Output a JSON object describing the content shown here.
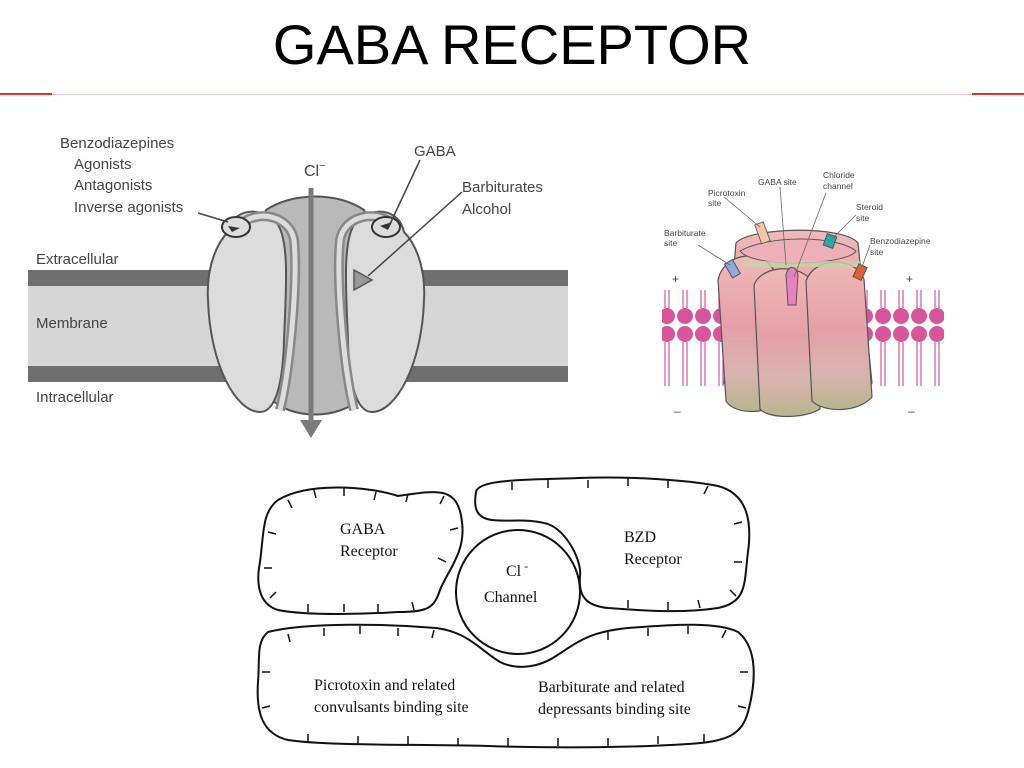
{
  "slide": {
    "title": "GABA RECEPTOR"
  },
  "diagram_left": {
    "label_bzd": "Benzodiazepines",
    "label_agonists": "Agonists",
    "label_antagonists": "Antagonists",
    "label_inverse": "Inverse agonists",
    "label_cl": "Cl",
    "label_cl_sup": "−",
    "label_gaba": "GABA",
    "label_barb": "Barbiturates",
    "label_alcohol": "Alcohol",
    "label_extracellular": "Extracellular",
    "label_membrane": "Membrane",
    "label_intracellular": "Intracellular"
  },
  "diagram_right": {
    "label_picrotoxin": "Picrotoxin",
    "label_picrotoxin_site": "site",
    "label_gaba_site": "GABA site",
    "label_chloride": "Chloride",
    "label_channel": "channel",
    "label_steroid": "Steroid",
    "label_steroid_site": "site",
    "label_barbiturate": "Barbiturate",
    "label_barbiturate_site": "site",
    "label_benzodiazepine": "Benzodiazepine",
    "label_benzodiazepine_site": "site",
    "plus_left": "+",
    "plus_right": "+",
    "minus_left": "–",
    "minus_right": "–"
  },
  "diagram_bottom": {
    "gaba_line1": "GABA",
    "gaba_line2": "Receptor",
    "bzd_line1": "BZD",
    "bzd_line2": "Receptor",
    "cl_line1": "Cl",
    "cl_sup": "-",
    "cl_line2": "Channel",
    "picro_line1": "Picrotoxin and related",
    "picro_line2": "convulsants binding site",
    "barb_line1": "Barbiturate and related",
    "barb_line2": "depressants binding site"
  },
  "colors": {
    "title_rule": "#e03030",
    "membrane_band": "#6f6f6f",
    "membrane_fill": "#d6d6d6",
    "receptor_gray": "#b9b9b9",
    "lipid_pink": "#d9559a",
    "receptor_pink": "#e8a0a8"
  }
}
